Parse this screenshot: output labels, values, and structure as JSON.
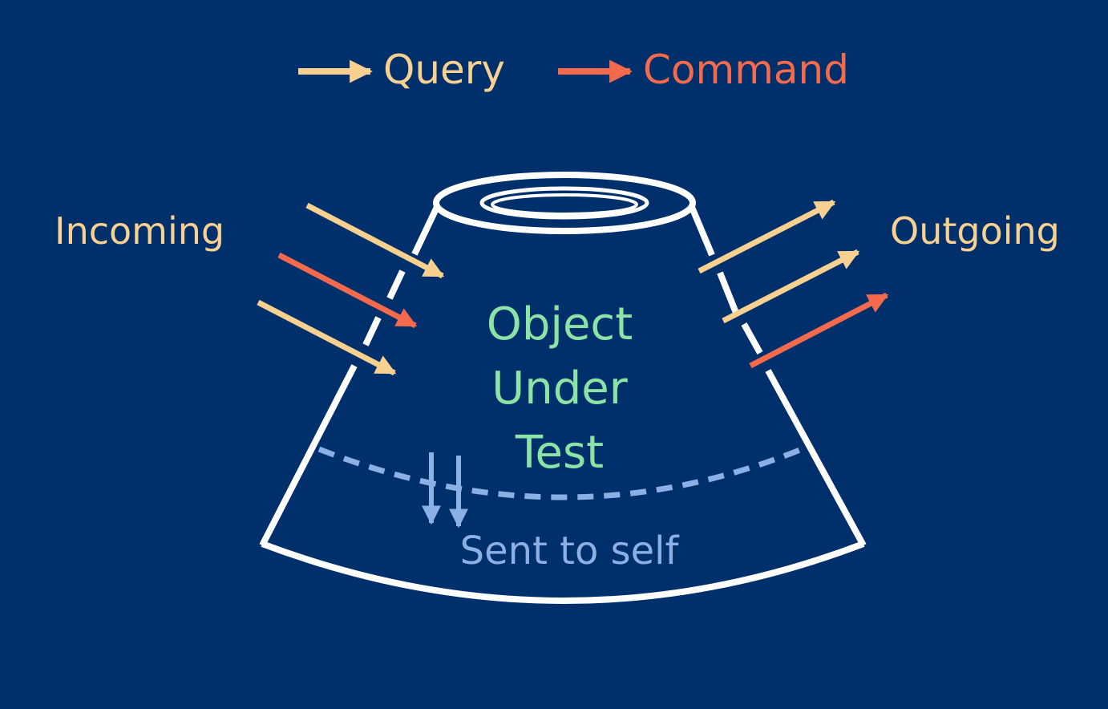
{
  "legend": {
    "query_label": "Query",
    "command_label": "Command"
  },
  "labels": {
    "incoming": "Incoming",
    "outgoing": "Outgoing",
    "object_line1": "Object",
    "object_line2": "Under",
    "object_line3": "Test",
    "sent_to_self": "Sent to self"
  },
  "colors": {
    "background": "#00306b",
    "query": "#f8d191",
    "command": "#f5694d",
    "object_text": "#8be3a6",
    "self": "#8ab0e6",
    "outline": "#ffffff"
  }
}
